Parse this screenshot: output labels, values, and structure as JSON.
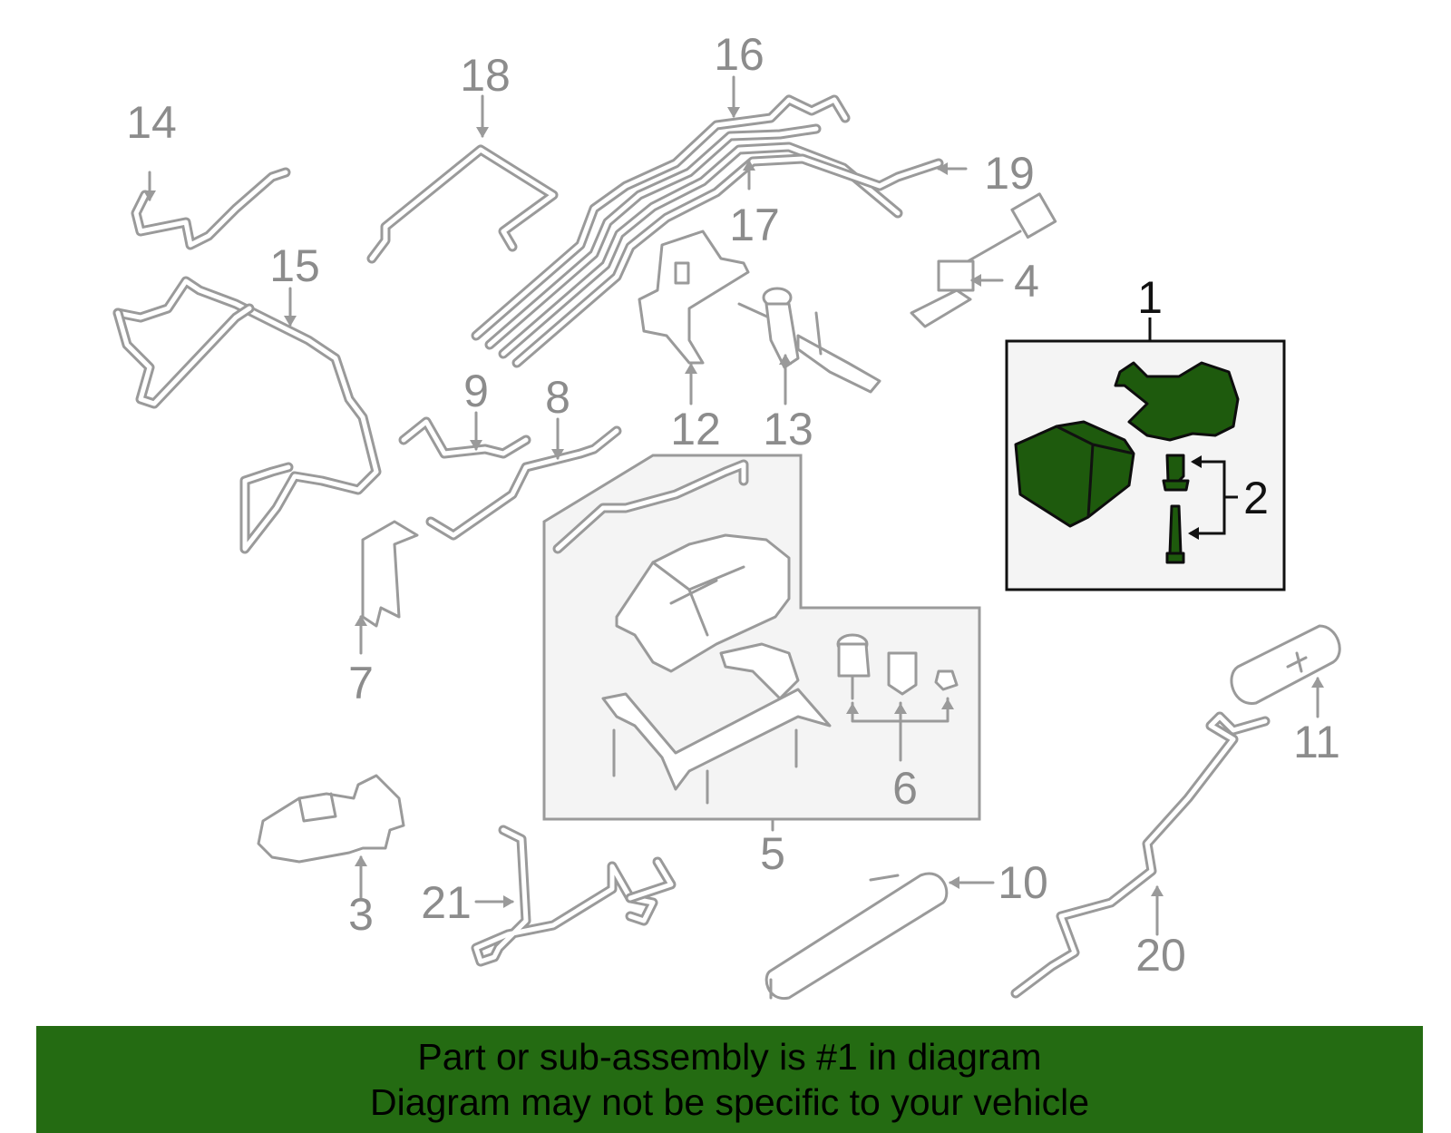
{
  "diagram": {
    "callouts": [
      {
        "id": "1",
        "highlighted": true
      },
      {
        "id": "2",
        "highlighted": true
      },
      {
        "id": "3"
      },
      {
        "id": "4"
      },
      {
        "id": "5"
      },
      {
        "id": "6"
      },
      {
        "id": "7"
      },
      {
        "id": "8"
      },
      {
        "id": "9"
      },
      {
        "id": "10"
      },
      {
        "id": "11"
      },
      {
        "id": "12"
      },
      {
        "id": "13"
      },
      {
        "id": "14"
      },
      {
        "id": "15"
      },
      {
        "id": "16"
      },
      {
        "id": "17"
      },
      {
        "id": "18"
      },
      {
        "id": "19"
      },
      {
        "id": "20"
      },
      {
        "id": "21"
      }
    ],
    "colors": {
      "highlight_part": "#1e5a0d",
      "other_parts": "#9a9a9a",
      "banner": "#246b12",
      "box_fill": "#f4f4f4"
    }
  },
  "banner": {
    "line1": "Part or sub-assembly is #1 in diagram",
    "line2": "Diagram may not be specific to your vehicle"
  }
}
